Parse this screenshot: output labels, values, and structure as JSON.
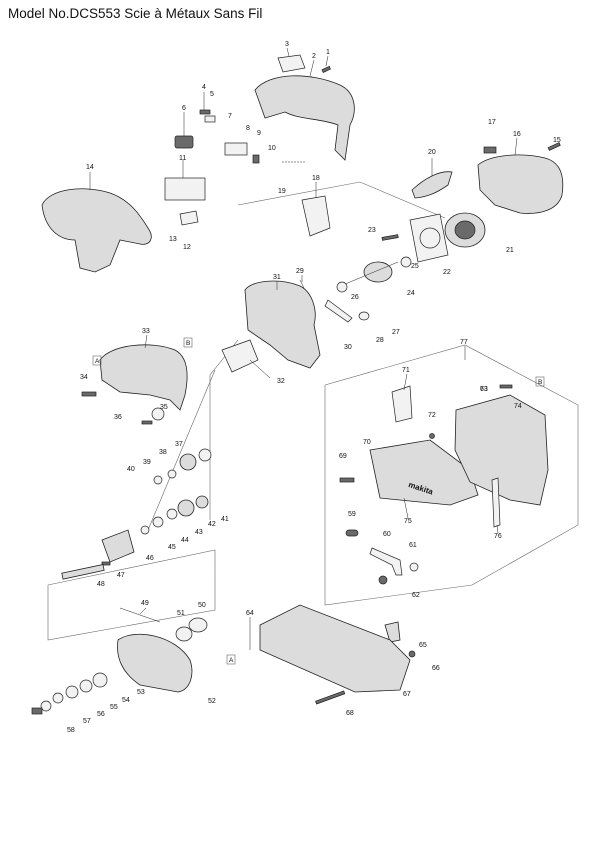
{
  "title": "Model No.DCS553 Scie à Métaux Sans Fil",
  "part_numbers": [
    "1",
    "2",
    "3",
    "4",
    "5",
    "6",
    "7",
    "8",
    "9",
    "10",
    "11",
    "12",
    "13",
    "14",
    "15",
    "16",
    "17",
    "18",
    "19",
    "20",
    "21",
    "22",
    "23",
    "24",
    "25",
    "26",
    "27",
    "28",
    "29",
    "30",
    "31",
    "32",
    "33",
    "34",
    "35",
    "36",
    "37",
    "38",
    "39",
    "40",
    "41",
    "42",
    "43",
    "44",
    "45",
    "46",
    "47",
    "48",
    "49",
    "50",
    "51",
    "52",
    "53",
    "54",
    "55",
    "56",
    "57",
    "58",
    "59",
    "60",
    "61",
    "62",
    "63",
    "64",
    "65",
    "66",
    "67",
    "68",
    "69",
    "70",
    "71",
    "72",
    "73",
    "74",
    "75",
    "76",
    "77"
  ],
  "reference_markers": [
    "A",
    "B",
    "B",
    "A"
  ],
  "brand_mark": "makita"
}
